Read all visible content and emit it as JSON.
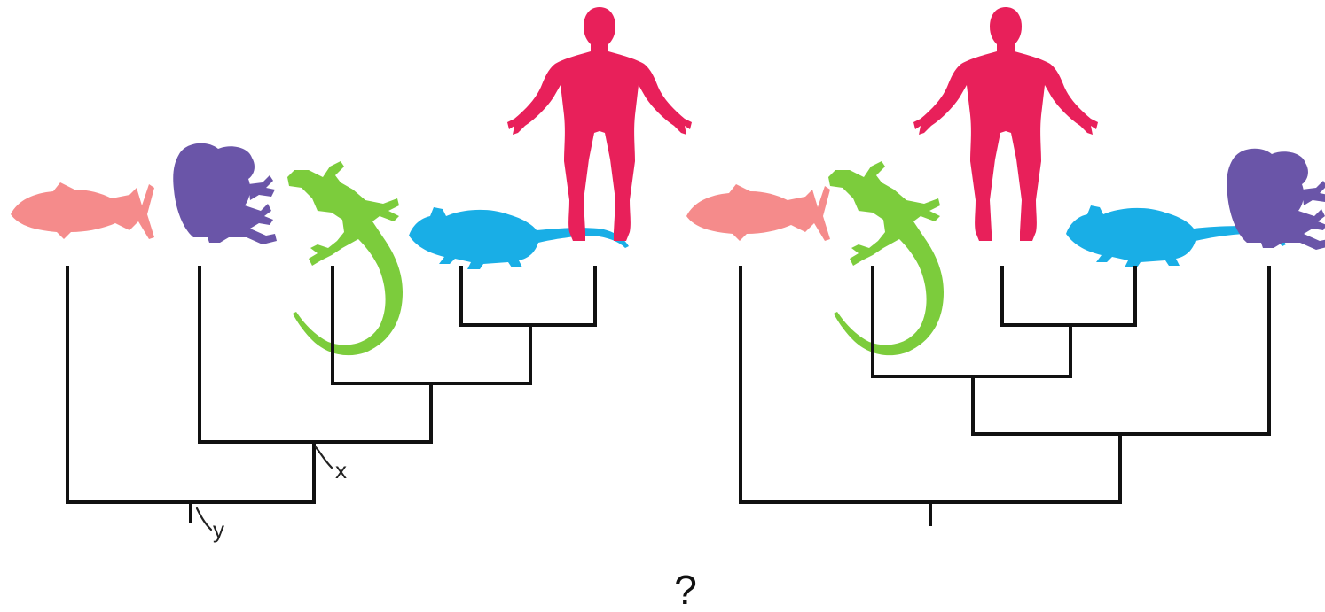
{
  "colors": {
    "fish": "#f58b8b",
    "frog": "#6a55a8",
    "lizard": "#7ccc3c",
    "mouse": "#19aee6",
    "human": "#e8205a",
    "branch": "#111111"
  },
  "left_tree": {
    "order": [
      "fish",
      "frog",
      "lizard",
      "mouse",
      "human"
    ],
    "node_labels": {
      "x": "x",
      "y": "y"
    }
  },
  "right_tree": {
    "order": [
      "fish",
      "lizard",
      "human",
      "mouse",
      "frog"
    ]
  },
  "question_mark": "?"
}
